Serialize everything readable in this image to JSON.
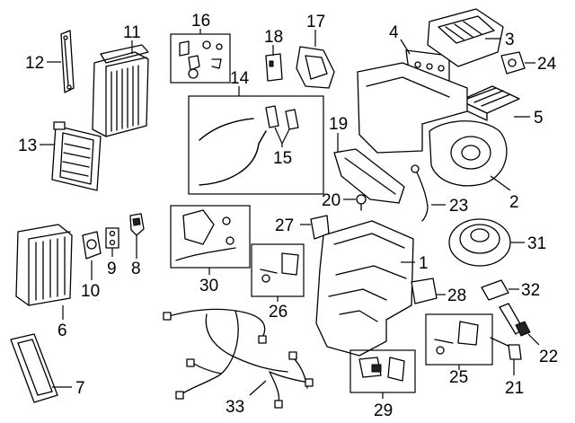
{
  "diagram": {
    "callouts": {
      "c1": "1",
      "c2": "2",
      "c3": "3",
      "c4": "4",
      "c5": "5",
      "c6": "6",
      "c7": "7",
      "c8": "8",
      "c9": "9",
      "c10": "10",
      "c11": "11",
      "c12": "12",
      "c13": "13",
      "c14": "14",
      "c15": "15",
      "c16": "16",
      "c17": "17",
      "c18": "18",
      "c19": "19",
      "c20": "20",
      "c21": "21",
      "c22": "22",
      "c23": "23",
      "c24": "24",
      "c25": "25",
      "c26": "26",
      "c27": "27",
      "c28": "28",
      "c29": "29",
      "c30": "30",
      "c31": "31",
      "c32": "32",
      "c33": "33"
    }
  }
}
